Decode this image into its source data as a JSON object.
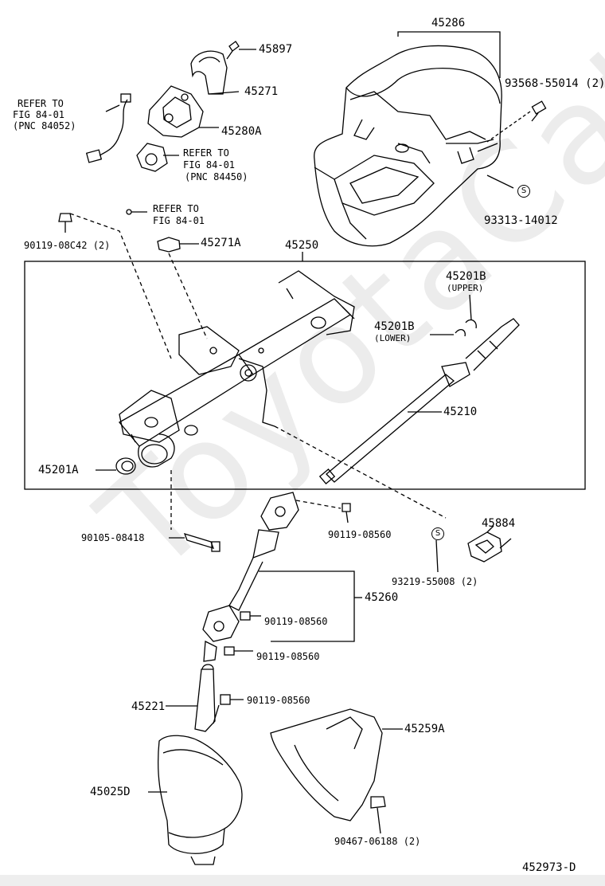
{
  "diagram": {
    "parts": {
      "p45286": "45286",
      "p93568": "93568-55014 (2)",
      "p93313": "93313-14012",
      "p45897": "45897",
      "p45271": "45271",
      "p45280A": "45280A",
      "p90119_08C42": "90119-08C42 (2)",
      "p45271A": "45271A",
      "p45250": "45250",
      "p45201B_upper": "45201B",
      "p45201B_lower": "45201B",
      "p45210": "45210",
      "p45201A": "45201A",
      "p90105": "90105-08418",
      "p90119_a": "90119-08560",
      "p45884": "45884",
      "p93219": "93219-55008 (2)",
      "p45260": "45260",
      "p90119_b": "90119-08560",
      "p90119_c": "90119-08560",
      "p90119_d": "90119-08560",
      "p45221": "45221",
      "p45259A": "45259A",
      "p45025D": "45025D",
      "p90467": "90467-06188 (2)"
    },
    "notes": {
      "upper": "(UPPER)",
      "lower": "(LOWER)",
      "ref1_l1": "REFER TO",
      "ref1_l2": "FIG 84-01",
      "ref1_l3": "(PNC 84052)",
      "ref2_l1": "REFER TO",
      "ref2_l2": "FIG 84-01",
      "ref2_l3": "(PNC 84450)",
      "ref3_l1": "REFER TO",
      "ref3_l2": "FIG 84-01"
    },
    "symbol_s": "S",
    "figure_id": "452973-D",
    "watermark": "ToyotaCatalog"
  }
}
